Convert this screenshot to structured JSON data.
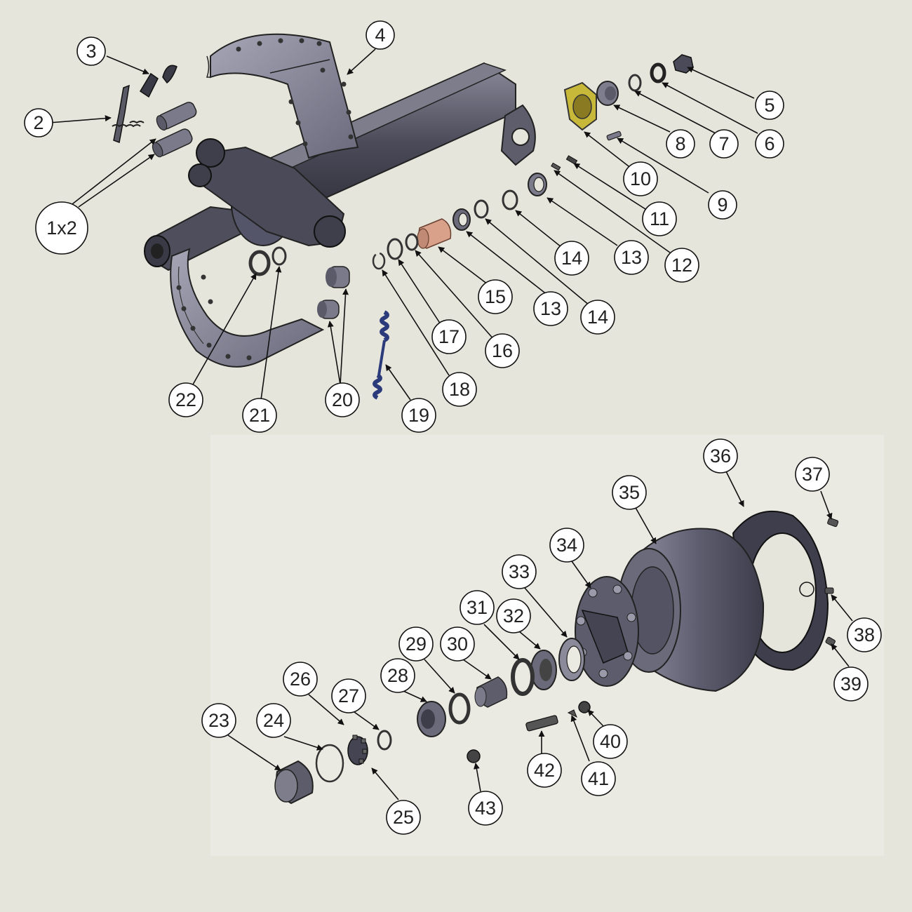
{
  "colors": {
    "background": "#e6e5db",
    "panel": "#ebeae2",
    "part_body": "#6d6d7c",
    "part_dark": "#3d3d4a",
    "part_light": "#9d9dad",
    "seal_yellow": "#c8b83a",
    "bushing_copper": "#d9a08a",
    "spring_blue": "#2a3a7a",
    "callout_fill": "#ffffff",
    "callout_stroke": "#111111"
  },
  "parts": [
    {
      "id": "p1x2",
      "label": "1x2"
    },
    {
      "id": "p2",
      "label": "2"
    },
    {
      "id": "p3",
      "label": "3"
    },
    {
      "id": "p4",
      "label": "4"
    },
    {
      "id": "p5",
      "label": "5"
    },
    {
      "id": "p6",
      "label": "6"
    },
    {
      "id": "p7",
      "label": "7"
    },
    {
      "id": "p8",
      "label": "8"
    },
    {
      "id": "p9",
      "label": "9"
    },
    {
      "id": "p10",
      "label": "10"
    },
    {
      "id": "p11",
      "label": "11"
    },
    {
      "id": "p12",
      "label": "12"
    },
    {
      "id": "p13a",
      "label": "13"
    },
    {
      "id": "p13b",
      "label": "13"
    },
    {
      "id": "p14a",
      "label": "14"
    },
    {
      "id": "p14b",
      "label": "14"
    },
    {
      "id": "p15",
      "label": "15"
    },
    {
      "id": "p16",
      "label": "16"
    },
    {
      "id": "p17",
      "label": "17"
    },
    {
      "id": "p18",
      "label": "18"
    },
    {
      "id": "p19",
      "label": "19"
    },
    {
      "id": "p20",
      "label": "20"
    },
    {
      "id": "p21",
      "label": "21"
    },
    {
      "id": "p22",
      "label": "22"
    },
    {
      "id": "p23",
      "label": "23"
    },
    {
      "id": "p24",
      "label": "24"
    },
    {
      "id": "p25",
      "label": "25"
    },
    {
      "id": "p26",
      "label": "26"
    },
    {
      "id": "p27",
      "label": "27"
    },
    {
      "id": "p28",
      "label": "28"
    },
    {
      "id": "p29",
      "label": "29"
    },
    {
      "id": "p30",
      "label": "30"
    },
    {
      "id": "p31",
      "label": "31"
    },
    {
      "id": "p32",
      "label": "32"
    },
    {
      "id": "p33",
      "label": "33"
    },
    {
      "id": "p34",
      "label": "34"
    },
    {
      "id": "p35",
      "label": "35"
    },
    {
      "id": "p36",
      "label": "36"
    },
    {
      "id": "p37",
      "label": "37"
    },
    {
      "id": "p38",
      "label": "38"
    },
    {
      "id": "p39",
      "label": "39"
    },
    {
      "id": "p40",
      "label": "40"
    },
    {
      "id": "p41",
      "label": "41"
    },
    {
      "id": "p42",
      "label": "42"
    },
    {
      "id": "p43",
      "label": "43"
    }
  ]
}
